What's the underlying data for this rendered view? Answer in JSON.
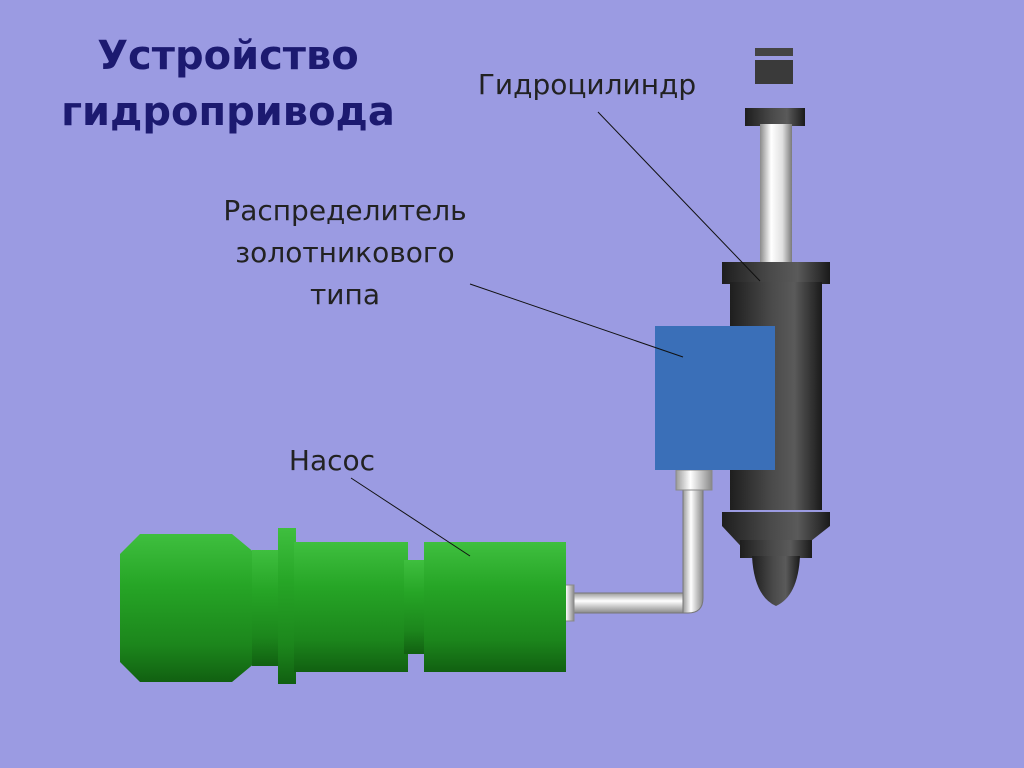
{
  "title": {
    "line1": "Устройство",
    "line2": "гидропривода"
  },
  "labels": {
    "cylinder": "Гидроцилиндр",
    "distributor": {
      "line1": "Распределитель",
      "line2": "золотникового",
      "line3": "типа"
    },
    "pump": "Насос"
  },
  "colors": {
    "background": "#9b9be2",
    "title": "#1c1a70",
    "pump_green": "#1f8f1f",
    "distributor_blue": "#3a6fb8",
    "cylinder_dark": "#3a3a3a",
    "rod_light": "#e6e6e6"
  }
}
